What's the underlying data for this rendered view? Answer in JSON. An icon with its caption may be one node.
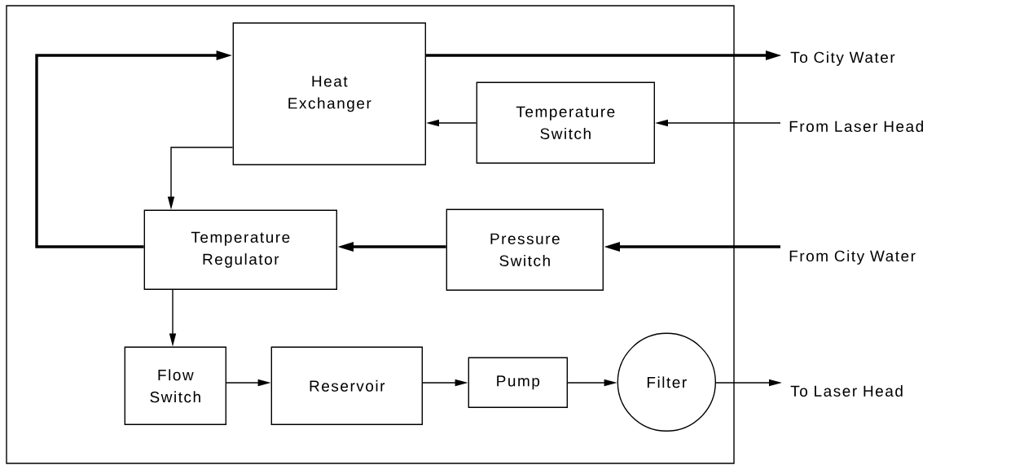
{
  "diagram": {
    "nodes": [
      {
        "text": [],
        "shape": "box"
      },
      {
        "text": [
          "Heat Exchanger"
        ],
        "in": 0
      },
      {
        "text": [
          "To City Water"
        ]
      },
      {
        "text": [
          "Temperature Switch"
        ],
        "in": 0
      },
      {
        "text": [
          "From Laser Head"
        ]
      },
      {
        "text": [
          "Temperature Regulator"
        ],
        "in": 0
      },
      {
        "text": [
          "Pressure Switch"
        ],
        "in": 0
      },
      {
        "text": [
          "From City Water"
        ]
      },
      {
        "text": [
          "Flow Switch"
        ],
        "in": 0
      },
      {
        "text": [
          "Reservoir"
        ],
        "in": 0
      },
      {
        "text": [
          "Pump"
        ],
        "in": 0
      },
      {
        "text": [
          "Filter"
        ],
        "in": 0
      },
      {
        "text": [
          "To Laser Head"
        ]
      }
    ],
    "edges": [
      {
        "from": 1,
        "to": 2,
        "arrow": "to",
        "style": "thick"
      },
      {
        "from": 4,
        "to": 3,
        "arrow": "to"
      },
      {
        "from": 3,
        "to": 1,
        "arrow": "to"
      },
      {
        "from": 1,
        "to": 5,
        "arrow": "to"
      },
      {
        "from": 7,
        "to": 6,
        "arrow": "to",
        "style": "thick"
      },
      {
        "from": 6,
        "to": 5,
        "arrow": "to",
        "style": "thick"
      },
      {
        "from": 5,
        "to": 1,
        "arrow": "to",
        "style": "thick"
      },
      {
        "from": 5,
        "to": 8,
        "arrow": "to"
      },
      {
        "from": 8,
        "to": 9,
        "arrow": "to"
      },
      {
        "from": 9,
        "to": 10,
        "arrow": "to"
      },
      {
        "from": 10,
        "to": 11,
        "arrow": "to"
      },
      {
        "from": 11,
        "to": 12,
        "arrow": "to"
      }
    ]
  }
}
